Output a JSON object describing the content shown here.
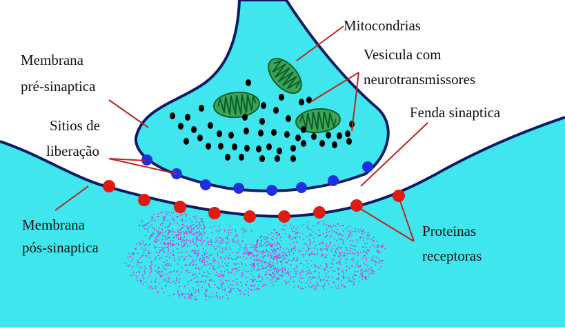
{
  "labels": {
    "membrana_pre": [
      "Membrana",
      "pré-sinaptica"
    ],
    "mitocondrias": "Mitocondrias",
    "vesicula": [
      "Vesicula com",
      "neurotransmissores"
    ],
    "sitios": [
      "Sitios de",
      "liberação"
    ],
    "fenda": "Fenda sinaptica",
    "membrana_pos": [
      "Membrana",
      "pós-sinaptica"
    ],
    "proteinas": [
      "Proteinas",
      "receptoras"
    ]
  },
  "colors": {
    "cytoplasm": "#3fe6ee",
    "membrane": "#0b1a63",
    "mitochondria": "#3aa55a",
    "cristae": "#0d5c25",
    "vesicle": "#000000",
    "release_sites": "#1d2fe0",
    "receptors": "#e01b12",
    "neurotransmitter": "#cc33cc",
    "leader_line": "#c02020"
  }
}
